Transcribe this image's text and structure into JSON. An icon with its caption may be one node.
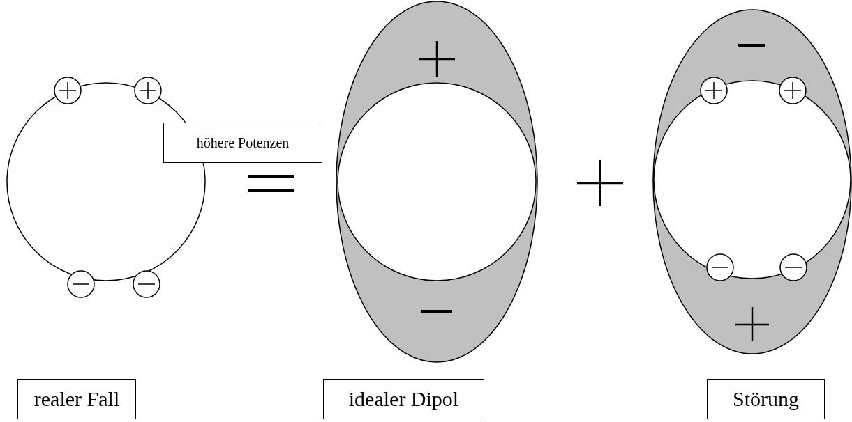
{
  "diagram": {
    "nodes": [
      {
        "text": [
          "höhere Potenzen"
        ]
      },
      {
        "text": [
          "realer Fall"
        ]
      },
      {
        "text": [
          "idealer Dipol"
        ]
      },
      {
        "text": [
          "Störung"
        ]
      }
    ],
    "edges": []
  }
}
